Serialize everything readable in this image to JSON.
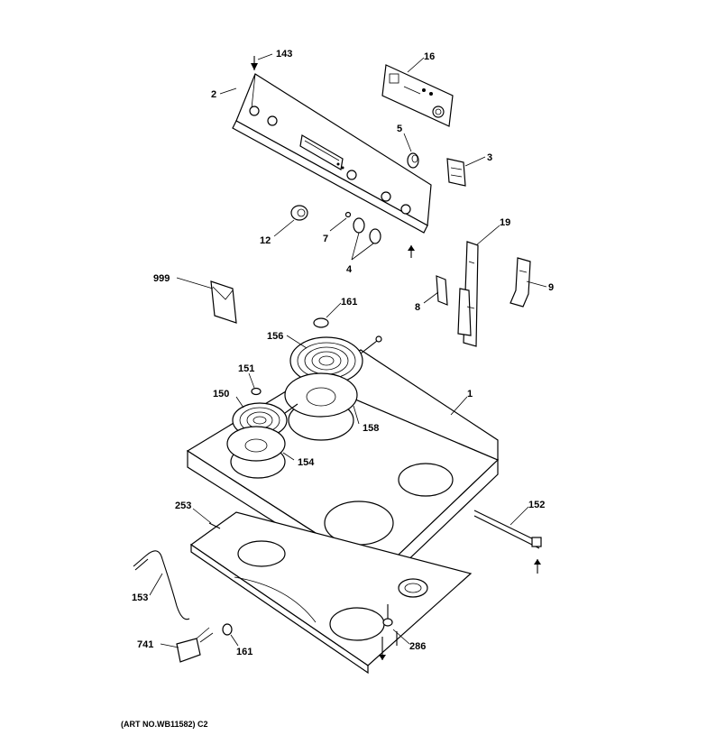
{
  "callouts": {
    "c143": "143",
    "c16": "16",
    "c2": "2",
    "c5": "5",
    "c3": "3",
    "c12": "12",
    "c7": "7",
    "c4": "4",
    "c19": "19",
    "c9": "9",
    "c999": "999",
    "c8": "8",
    "c161a": "161",
    "c156": "156",
    "c151": "151",
    "c150": "150",
    "c158": "158",
    "c1": "1",
    "c154": "154",
    "c253": "253",
    "c152": "152",
    "c153": "153",
    "c741": "741",
    "c161b": "161",
    "c286": "286"
  },
  "caption": "(ART NO.WB11582) C2"
}
